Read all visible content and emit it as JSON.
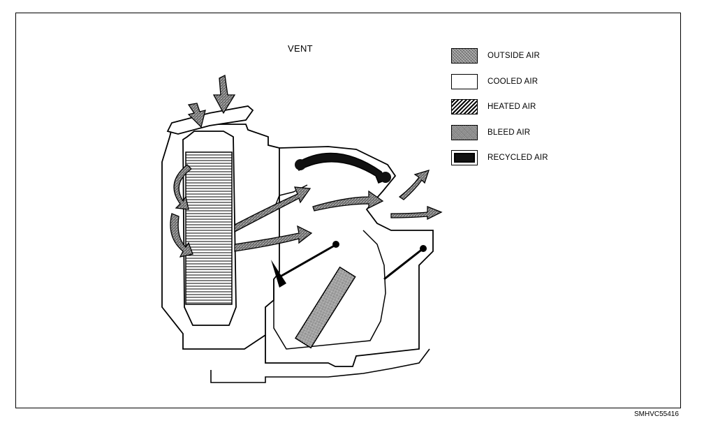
{
  "title": "VENT",
  "legend": [
    {
      "label": "OUTSIDE AIR",
      "pattern": "outside"
    },
    {
      "label": "COOLED AIR",
      "pattern": "cooled"
    },
    {
      "label": "HEATED AIR",
      "pattern": "heated"
    },
    {
      "label": "BLEED AIR",
      "pattern": "bleed"
    },
    {
      "label": "RECYCLED AIR",
      "pattern": "recycled"
    }
  ],
  "figure_code": "SMHVC55416",
  "colors": {
    "line": "#000000",
    "outside_air_fill": "#8f8f8f",
    "background": "#ffffff"
  }
}
